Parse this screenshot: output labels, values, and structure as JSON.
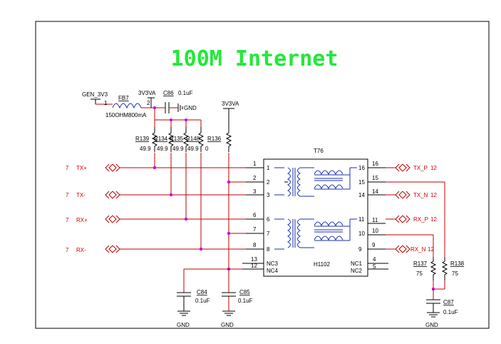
{
  "title": "100M Internet",
  "power": {
    "gen": "GEN_3V3",
    "rail_a": "3V3VA",
    "rail_b": "3V3VA",
    "gnd": "GND"
  },
  "ferrite": {
    "ref": "FB7",
    "value": "150OHM800mA",
    "pin1": "1",
    "pin2": "2"
  },
  "caps": {
    "c86": {
      "ref": "C86",
      "value": "0.1uF"
    },
    "c84": {
      "ref": "C84",
      "value": "0.1uF"
    },
    "c85": {
      "ref": "C85",
      "value": "0.1uF"
    },
    "c87": {
      "ref": "C87",
      "value": "0.1uF"
    }
  },
  "resistors": {
    "r139": {
      "ref": "R139",
      "value": "49.9"
    },
    "r134": {
      "ref": "R134",
      "value": "49.9"
    },
    "r135": {
      "ref": "R135",
      "value": "49.9"
    },
    "r148": {
      "ref": "R148",
      "value": "49.9"
    },
    "r136": {
      "ref": "R136",
      "value": "0"
    },
    "r137": {
      "ref": "R137",
      "value": "75"
    },
    "r138": {
      "ref": "R138",
      "value": "75"
    }
  },
  "transformer": {
    "ref": "T76",
    "part": "H1102"
  },
  "left_signals": [
    {
      "sheet": "7",
      "name": "TX+"
    },
    {
      "sheet": "7",
      "name": "TX-"
    },
    {
      "sheet": "7",
      "name": "RX+"
    },
    {
      "sheet": "7",
      "name": "RX-"
    }
  ],
  "right_signals": [
    {
      "name": "TX_P",
      "sheet": "12"
    },
    {
      "name": "TX_N",
      "sheet": "12"
    },
    {
      "name": "RX_P",
      "sheet": "12"
    },
    {
      "name": "RX_N",
      "sheet": "12"
    }
  ],
  "left_pins": [
    "1",
    "2",
    "3",
    "6",
    "7",
    "8",
    "13",
    "12"
  ],
  "right_pins": [
    "16",
    "15",
    "14",
    "11",
    "10",
    "9",
    "4",
    "5"
  ],
  "inner_left_pins": [
    "1",
    "2",
    "3",
    "6",
    "7",
    "8"
  ],
  "inner_right_pins": [
    "16",
    "15",
    "14",
    "11",
    "10",
    "9"
  ],
  "nc_left": [
    "NC3",
    "NC4"
  ],
  "nc_right": [
    "NC1",
    "NC2"
  ]
}
